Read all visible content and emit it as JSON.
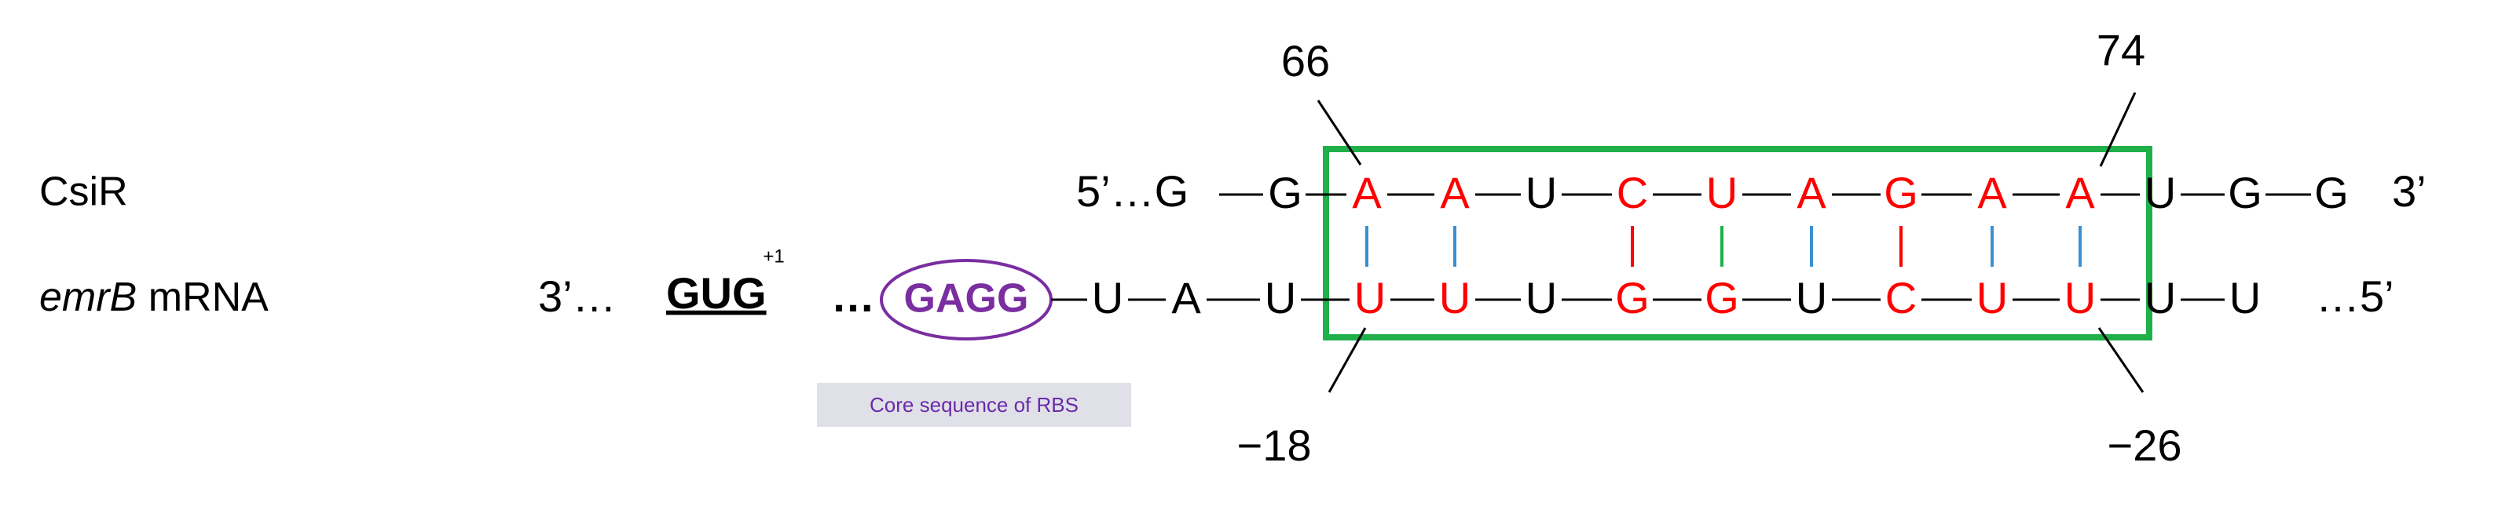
{
  "colors": {
    "base": "#000000",
    "highlight": "#ff0000",
    "box": "#1fb04a",
    "pair_blue": "#3a8fd0",
    "pair_green": "#1fb04a",
    "rbs_purple": "#7a2ea0",
    "caption_bg": "#e0e0e8",
    "caption_text": "#6a2aa8"
  },
  "labels": {
    "csir": "CsiR",
    "emrb_italic": "emrB",
    "emrb_rest": " mRNA"
  },
  "csir": {
    "prefix": "5’…G",
    "bases": [
      "G",
      "A",
      "A",
      "U",
      "C",
      "U",
      "A",
      "G",
      "A",
      "A",
      "U",
      "G",
      "G"
    ],
    "highlight": [
      false,
      true,
      true,
      false,
      true,
      true,
      true,
      true,
      true,
      true,
      false,
      false,
      false
    ],
    "suffix": "3’"
  },
  "mrna": {
    "prefix": "3’…",
    "start_codon": "GUG",
    "start_label": "+1",
    "dots": "…",
    "rbs": "GAGG",
    "rbs_caption": "Core sequence of RBS",
    "bases": [
      "U",
      "A",
      "U",
      "U",
      "U",
      "U",
      "G",
      "G",
      "U",
      "C",
      "U",
      "U",
      "U",
      "U"
    ],
    "highlight": [
      false,
      false,
      false,
      true,
      true,
      false,
      true,
      true,
      false,
      true,
      true,
      true,
      false,
      false
    ],
    "suffix": "…5’"
  },
  "pairs": [
    "blue",
    "blue",
    "none",
    "red",
    "green",
    "blue",
    "red",
    "blue",
    "blue"
  ],
  "positions": {
    "csir_start": "66",
    "csir_end": "74",
    "mrna_start": "−18",
    "mrna_end": "−26"
  }
}
